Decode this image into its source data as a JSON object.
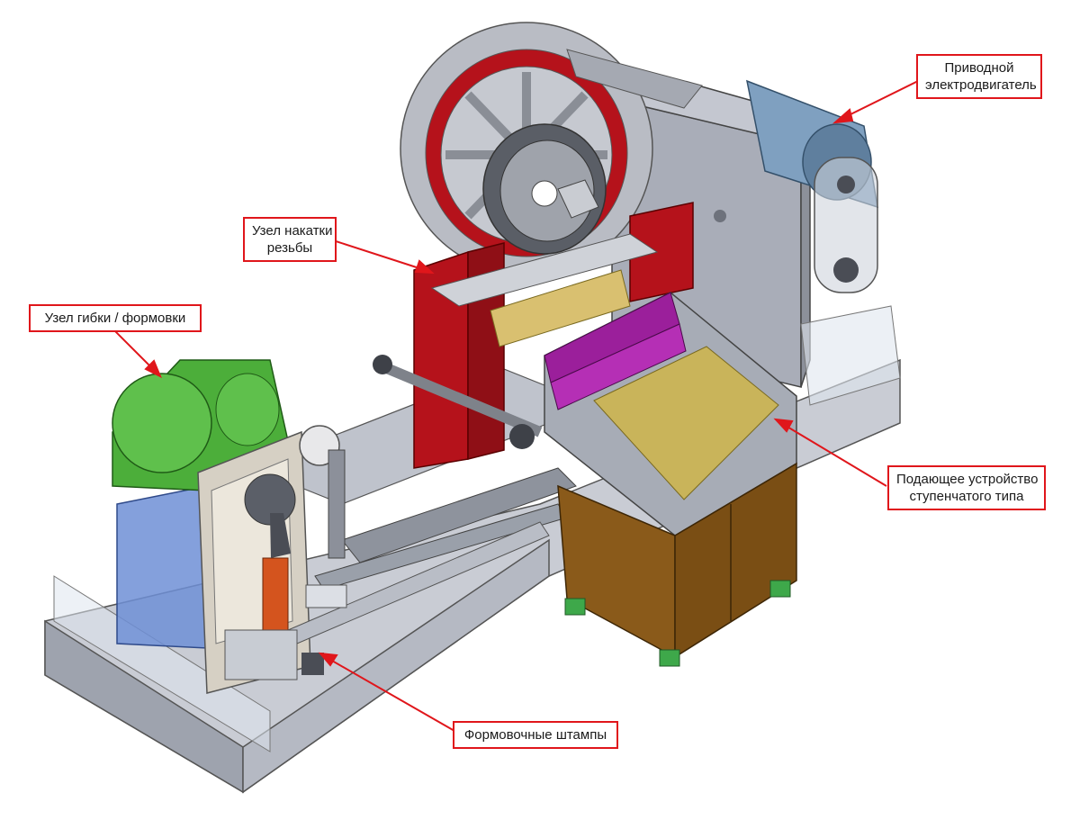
{
  "callouts": {
    "motor": {
      "line1": "Приводной",
      "line2": "электродвигатель"
    },
    "rolling": {
      "line1": "Узел накатки",
      "line2": "резьбы"
    },
    "bending": {
      "line1": "Узел гибки / формовки"
    },
    "feeder": {
      "line1": "Подающее устройство",
      "line2": "ступенчатого типа"
    },
    "dies": {
      "line1": "Формовочные штампы"
    }
  },
  "colors": {
    "callout_border": "#e0161b",
    "leader": "#e0161b",
    "frame_gray": "#a9adb8",
    "gearbox_green": "#4cae3a",
    "rolling_red": "#b5121b",
    "hopper_purple": "#9b1f9b",
    "cabinet_brown": "#8a5a1a",
    "stand_blue": "#6f8fd6",
    "motor_blue": "#7fa0c0"
  }
}
